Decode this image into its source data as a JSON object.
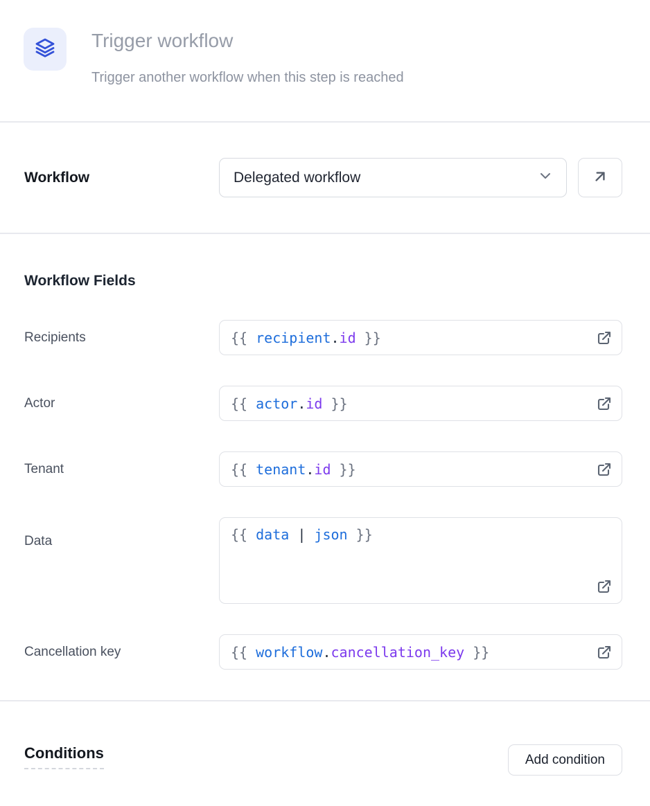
{
  "colors": {
    "accent_blue": "#3351d8",
    "icon_box_bg": "#ebeffc",
    "divider": "#e8e9ee",
    "code_brace": "#6b7280",
    "code_variable": "#1d6ddb",
    "code_punctuation": "#242e3e",
    "code_property": "#7c3aed"
  },
  "header": {
    "icon": "layers-icon",
    "title": "Trigger workflow",
    "subtitle": "Trigger another workflow when this step is reached"
  },
  "workflow": {
    "label": "Workflow",
    "selected_option": "Delegated workflow"
  },
  "workflow_fields": {
    "heading": "Workflow Fields",
    "fields": [
      {
        "label": "Recipients",
        "multiline": false,
        "value": "{{ recipient.id }}",
        "tokens": [
          [
            "{{ ",
            "brace"
          ],
          [
            "recipient",
            "variable"
          ],
          [
            ".",
            "punct"
          ],
          [
            "id",
            "property"
          ],
          [
            " }}",
            "brace"
          ]
        ]
      },
      {
        "label": "Actor",
        "multiline": false,
        "value": "{{ actor.id }}",
        "tokens": [
          [
            "{{ ",
            "brace"
          ],
          [
            "actor",
            "variable"
          ],
          [
            ".",
            "punct"
          ],
          [
            "id",
            "property"
          ],
          [
            " }}",
            "brace"
          ]
        ]
      },
      {
        "label": "Tenant",
        "multiline": false,
        "value": "{{ tenant.id }}",
        "tokens": [
          [
            "{{ ",
            "brace"
          ],
          [
            "tenant",
            "variable"
          ],
          [
            ".",
            "punct"
          ],
          [
            "id",
            "property"
          ],
          [
            " }}",
            "brace"
          ]
        ]
      },
      {
        "label": "Data",
        "multiline": true,
        "value": "{{ data | json }}",
        "tokens": [
          [
            "{{ ",
            "brace"
          ],
          [
            "data",
            "variable"
          ],
          [
            " ",
            "brace"
          ],
          [
            "|",
            "punct"
          ],
          [
            " ",
            "brace"
          ],
          [
            "json",
            "variable"
          ],
          [
            " }}",
            "brace"
          ]
        ]
      },
      {
        "label": "Cancellation key",
        "multiline": false,
        "value": "{{ workflow.cancellation_key }}",
        "tokens": [
          [
            "{{ ",
            "brace"
          ],
          [
            "workflow",
            "variable"
          ],
          [
            ".",
            "punct"
          ],
          [
            "cancellation_key",
            "property"
          ],
          [
            " }}",
            "brace"
          ]
        ]
      }
    ]
  },
  "conditions": {
    "heading": "Conditions",
    "add_button": "Add condition"
  }
}
